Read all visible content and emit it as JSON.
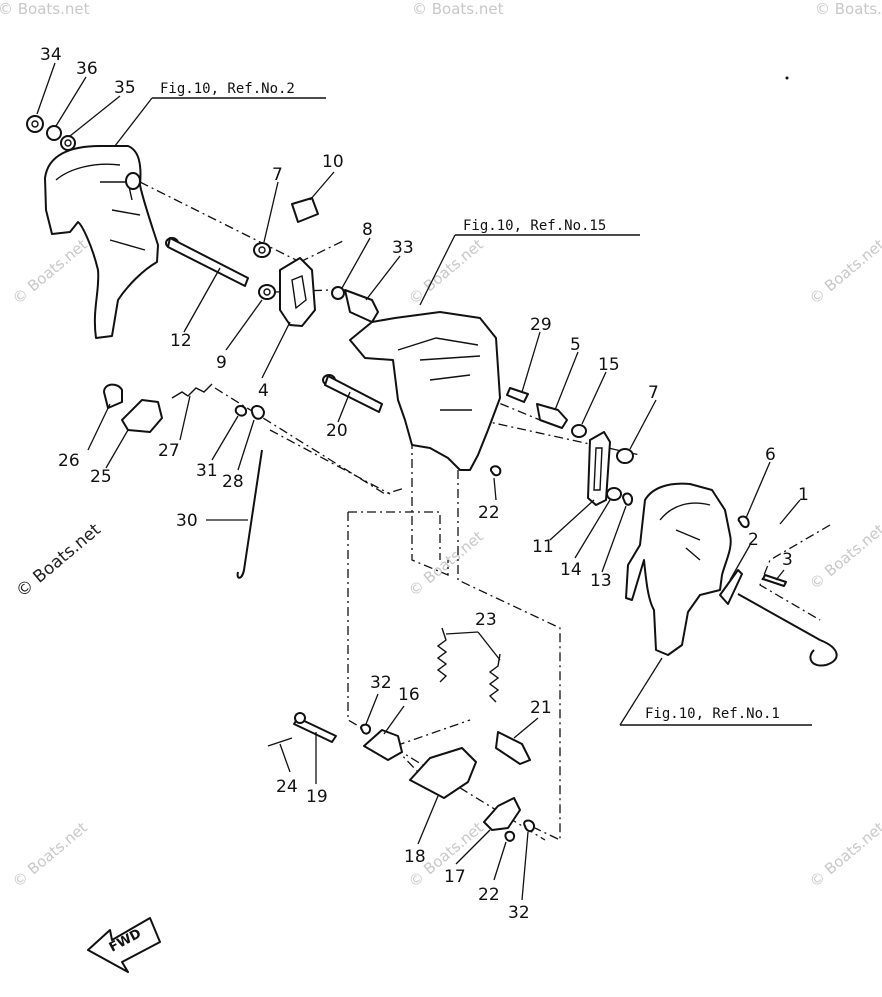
{
  "watermarks": [
    "© Boats.net"
  ],
  "watermark_main": "© Boats.net",
  "references": [
    {
      "id": "ref-fig10-no2",
      "text": "Fig.10, Ref.No.2"
    },
    {
      "id": "ref-fig10-no15",
      "text": "Fig.10, Ref.No.15"
    },
    {
      "id": "ref-fig10-no1",
      "text": "Fig.10, Ref.No.1"
    }
  ],
  "part_numbers": [
    "34",
    "36",
    "35",
    "10",
    "7",
    "8",
    "33",
    "12",
    "9",
    "4",
    "29",
    "5",
    "15",
    "7",
    "26",
    "25",
    "27",
    "31",
    "28",
    "20",
    "6",
    "1",
    "22",
    "11",
    "2",
    "3",
    "14",
    "13",
    "30",
    "23",
    "32",
    "16",
    "21",
    "24",
    "19",
    "18",
    "17",
    "22",
    "32"
  ],
  "direction_label": "FWD"
}
